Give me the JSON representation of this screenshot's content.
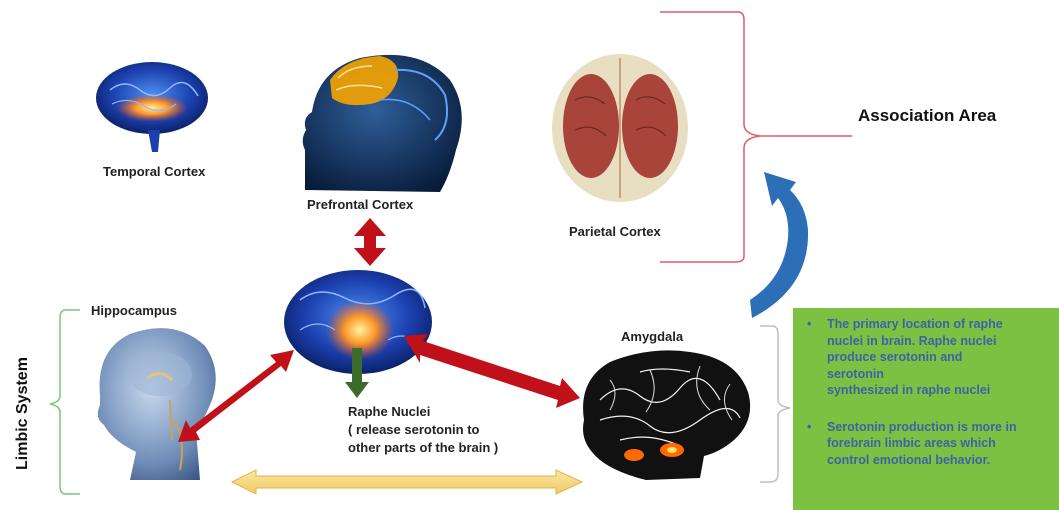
{
  "labels": {
    "temporal": "Temporal Cortex",
    "prefrontal": "Prefrontal Cortex",
    "parietal": "Parietal Cortex",
    "hippocampus": "Hippocampus",
    "amygdala": "Amygdala",
    "association_area": "Association Area",
    "limbic_system": "Limbic System"
  },
  "raphe": {
    "lines": [
      "Raphe Nuclei",
      "( release serotonin to",
      "other parts of the brain )"
    ]
  },
  "info_box": {
    "bullet": "•",
    "items": [
      {
        "lines": [
          "The primary location of raphe",
          "nuclei in brain. Raphe nuclei",
          "produce serotonin and",
          "serotonin",
          "synthesized in raphe nuclei"
        ]
      },
      {
        "lines": [
          "Serotonin production is more in",
          "forebrain limbic areas which",
          "control emotional behavior."
        ]
      }
    ]
  },
  "colors": {
    "red_arrow": "#c0111a",
    "blue_arrow": "#2d6fb7",
    "yellow_arrow": "#f5d67a",
    "green_box": "#7dc142",
    "green_text": "#3f62a6",
    "bracket_red": "#e05a6a",
    "bracket_gray": "#bfbfbf",
    "bracket_green": "#7ac77a"
  }
}
